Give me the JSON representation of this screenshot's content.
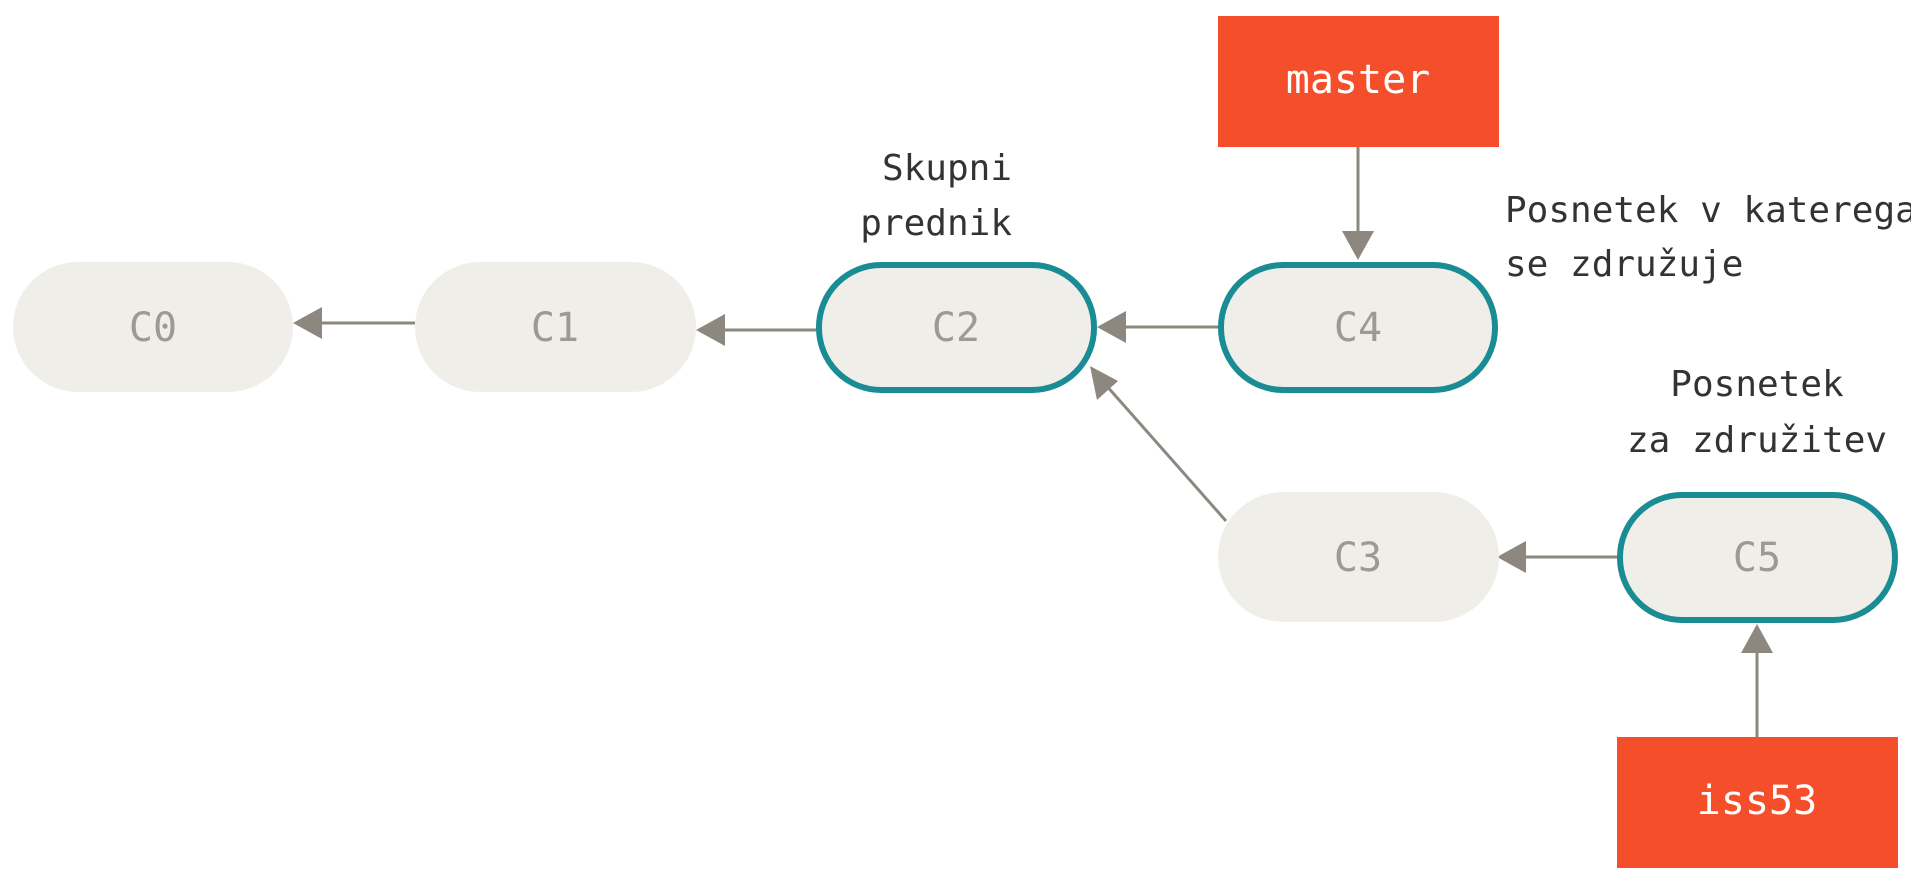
{
  "commits": {
    "c0": "C0",
    "c1": "C1",
    "c2": "C2",
    "c3": "C3",
    "c4": "C4",
    "c5": "C5"
  },
  "branches": {
    "master": "master",
    "iss53": "iss53"
  },
  "annotations": {
    "common_ancestor": [
      "Skupni",
      "prednik"
    ],
    "merge_into": [
      "Posnetek v katerega",
      "se združuje"
    ],
    "merge_from": [
      "Posnetek",
      "za združitev"
    ]
  },
  "colors": {
    "commit_fill": "#efeee9",
    "highlight_stroke": "#1a8c94",
    "branch_fill": "#f44f2a",
    "arrow": "#8c877f",
    "commit_text": "#9c9a93"
  }
}
